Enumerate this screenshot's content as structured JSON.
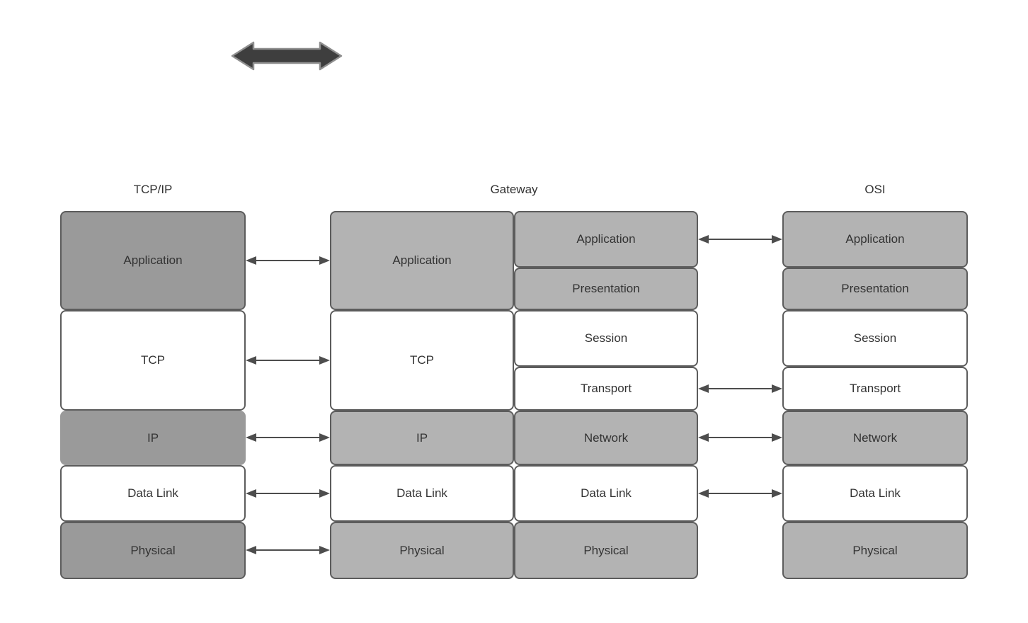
{
  "colors": {
    "background": "#ffffff",
    "box_dark_gray": "#9a9a9a",
    "box_light_gray": "#b3b3b3",
    "box_white": "#ffffff",
    "box_border": "#5c5c5c",
    "label_text": "#333333",
    "connector": "#4d4d4d",
    "top_arrow_fill": "#3e3e3e",
    "top_arrow_stroke": "#8f8f8f"
  },
  "icons": {
    "top_arrow": "double-headed-arrow"
  },
  "columns": {
    "tcpip": {
      "header": "TCP/IP",
      "layers": [
        "Application",
        "TCP",
        "IP",
        "Data Link",
        "Physical"
      ]
    },
    "gateway": {
      "header": "Gateway",
      "left": [
        "Application",
        "TCP",
        "IP",
        "Data Link",
        "Physical"
      ],
      "right": [
        "Application",
        "Presentation",
        "Session",
        "Transport",
        "Network",
        "Data Link",
        "Physical"
      ]
    },
    "osi": {
      "header": "OSI",
      "layers": [
        "Application",
        "Presentation",
        "Session",
        "Transport",
        "Network",
        "Data Link",
        "Physical"
      ]
    }
  }
}
